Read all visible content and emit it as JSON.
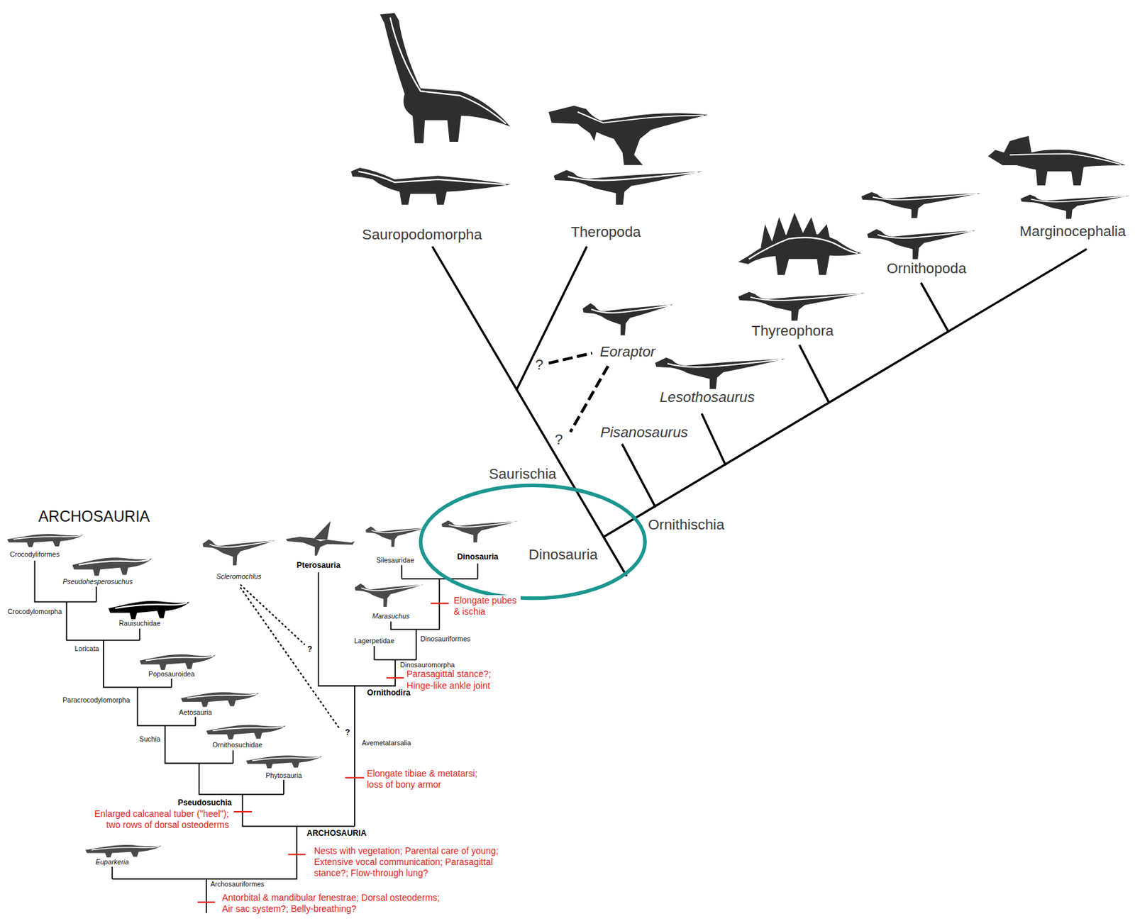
{
  "diagram": {
    "title": "ARCHOSAURIA",
    "nodes": [
      {
        "text": [
          "Dinosauria",
          "Dinosauria"
        ]
      }
    ],
    "labels": [
      "Sauropodomorpha",
      "Theropoda",
      "Eoraptor",
      "?",
      "?",
      "Thyreophora",
      "Ornithopoda",
      "Marginocephalia",
      "Lesothosaurus",
      "Pisanosaurus",
      "Saurischia",
      "Ornithischia",
      "Crocodyliformes",
      "Pseudohesperosuchus",
      "Crocodylomorpha",
      "Rauisuchidae",
      "Loricata",
      "Poposauroidea",
      "Paracrocodylomorpha",
      "Aetosauria",
      "Suchia",
      "Ornithosuchidae",
      "Phytosauria",
      "Pseudosuchia",
      "Enlarged calcaneal tuber (\"heel\"); two rows of dorsal osteoderms",
      "ARCHOSAURIA",
      "Euparkeria",
      "Archosauriformes",
      "Antorbital & mandibular fenestrae; Dorsal osteoderms; Air sac system?; Belly-breathing?",
      "Nests with vegetation; Parental care of young; Extensive vocal communication; Parasagittal stance?; Flow-through lung?",
      "Scleromochlus",
      "?",
      "?",
      "Pterosauria",
      "Silesauridae",
      "Marasuchus",
      "Elongate pubes & ischia",
      "Lagerpetidae",
      "Dinosauriformes",
      "Dinosauromorpha",
      "Parasagittal stance?; Hinge-like ankle joint",
      "Ornithodira",
      "Avemetatarsalia",
      "Elongate tibiae & metatarsi; loss of bony armor"
    ]
  }
}
